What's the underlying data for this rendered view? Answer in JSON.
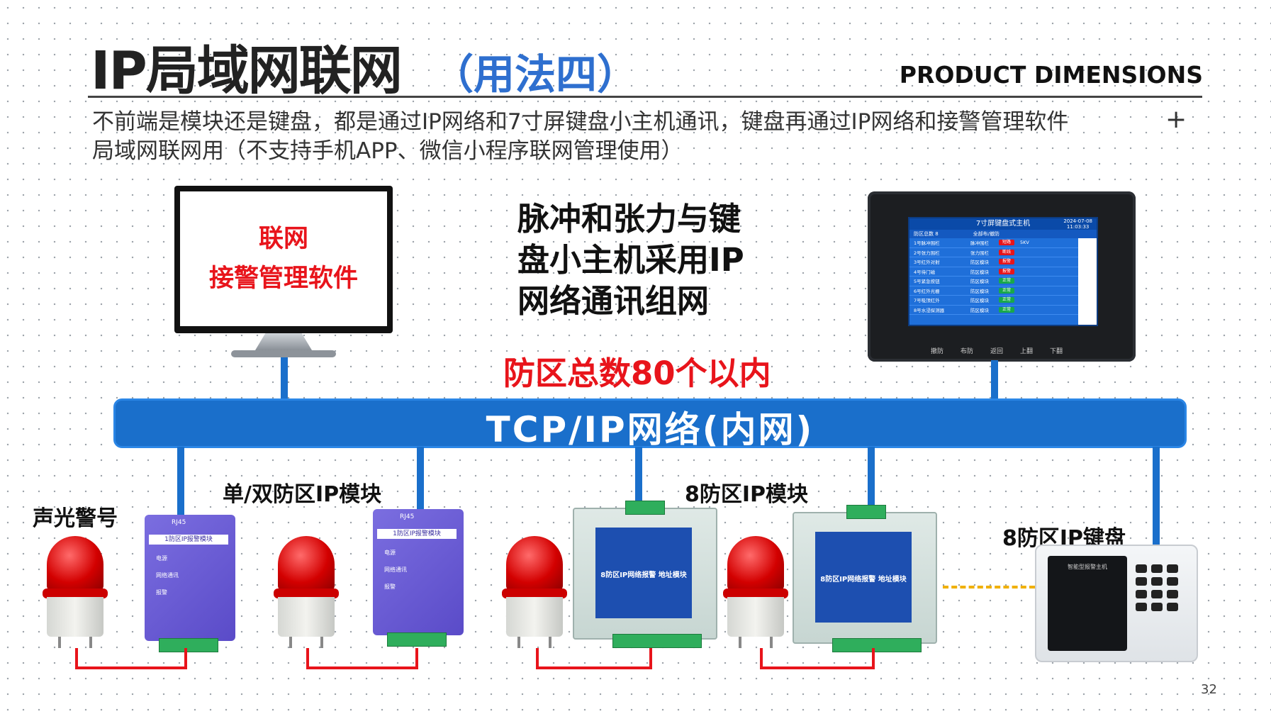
{
  "header": {
    "title": "IP局域网联网",
    "subtitle": "（用法四）",
    "section": "PRODUCT DIMENSIONS",
    "plus": "+",
    "desc_line1": "不前端是模块还是键盘，都是通过IP网络和7寸屏键盘小主机通讯，键盘再通过IP网络和接警管理软件",
    "desc_line2": "局域网联网用（不支持手机APP、微信小程序联网管理使用）"
  },
  "monitor": {
    "line1": "联网",
    "line2": "接警管理软件"
  },
  "center_text": [
    "脉冲和张力与键",
    "盘小主机采用IP",
    "网络通讯组网"
  ],
  "zone_note": "防区总数80个以内",
  "network_label": "TCP/IP网络(内网)",
  "labels": {
    "siren": "声光警号",
    "single_module": "单/双防区IP模块",
    "eight_module": "8防区IP模块",
    "eight_keyboard": "8防区IP键盘"
  },
  "panel": {
    "title": "7寸屏键盘式主机",
    "date": "2024-07-08",
    "time": "11:03:33",
    "total_label": "防区总数",
    "total": "8",
    "mode": "全部布/撤防",
    "rows": [
      {
        "name": "1号脉冲围栏",
        "type": "脉冲围栏",
        "state": "短路",
        "v": "5KV",
        "color": "#e8141b"
      },
      {
        "name": "2号张力围栏",
        "type": "张力围栏",
        "state": "断线",
        "v": "",
        "color": "#e8141b"
      },
      {
        "name": "3号红外对射",
        "type": "防区模块",
        "state": "报警",
        "v": "",
        "color": "#e8141b"
      },
      {
        "name": "4号待门磁",
        "type": "防区模块",
        "state": "报警",
        "v": "",
        "color": "#e8141b"
      },
      {
        "name": "5号紧急按钮",
        "type": "防区模块",
        "state": "正常",
        "v": "",
        "color": "#18a84a"
      },
      {
        "name": "6号红外光栅",
        "type": "防区模块",
        "state": "正常",
        "v": "",
        "color": "#18a84a"
      },
      {
        "name": "7号吸顶红外",
        "type": "防区模块",
        "state": "正常",
        "v": "",
        "color": "#18a84a"
      },
      {
        "name": "8号水浸探测器",
        "type": "防区模块",
        "state": "正常",
        "v": "",
        "color": "#18a84a"
      }
    ],
    "buttons": [
      "撤防",
      "布防",
      "返回",
      "上翻",
      "下翻"
    ]
  },
  "module1": {
    "rj": "RJ45",
    "name": "1防区IP报警模块",
    "l1": "电源",
    "l2": "网络通讯",
    "l3": "报警"
  },
  "module8": {
    "name": "8防区IP网络报警 地址模块"
  },
  "keyboard": {
    "name": "智能型报警主机"
  },
  "page_number": "32",
  "colors": {
    "bus": "#1a6fcb",
    "accent_red": "#e8141b",
    "subtitle_blue": "#2e6fcf",
    "dash": "#f0b000"
  }
}
